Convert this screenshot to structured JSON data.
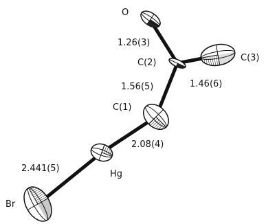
{
  "atoms": {
    "o": "O",
    "c2": "C(2)",
    "c3": "C(3)",
    "c1": "C(1)",
    "hg": "Hg",
    "br": "Br"
  },
  "bonds": {
    "c2_o": "1.26(3)",
    "c1_c2": "1.56(5)",
    "c2_c3": "1.46(6)",
    "hg_c1": "2.08(4)",
    "br_hg": "2.441(5)"
  }
}
